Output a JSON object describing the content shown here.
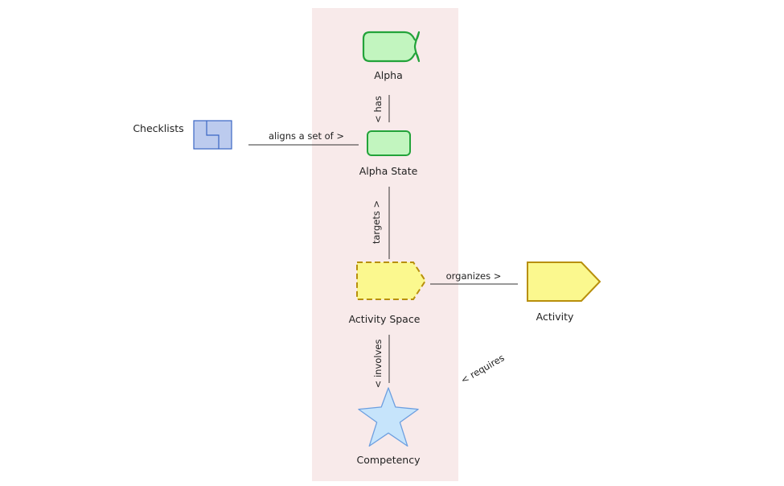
{
  "nodes": {
    "alpha": {
      "label": "Alpha"
    },
    "alpha_state": {
      "label": "Alpha State"
    },
    "checklists": {
      "label": "Checklists"
    },
    "activity_space": {
      "label": "Activity Space"
    },
    "activity": {
      "label": "Activity"
    },
    "competency": {
      "label": "Competency"
    }
  },
  "edges": {
    "has": "< has",
    "aligns": "aligns a set of >",
    "targets": "targets >",
    "organizes": "organizes >",
    "involves": "< involves",
    "requires": "< requires"
  },
  "colors": {
    "band": "#f8eaea",
    "alpha_fill": "#c2f5bf",
    "alpha_stroke": "#23a33a",
    "checklist_fill": "#bccbee",
    "checklist_stroke": "#3a66c4",
    "activity_fill": "#fbf88e",
    "activity_stroke": "#b88f0c",
    "competency_fill": "#c6e4fb",
    "competency_stroke": "#6d9fe0",
    "line": "#333333"
  }
}
